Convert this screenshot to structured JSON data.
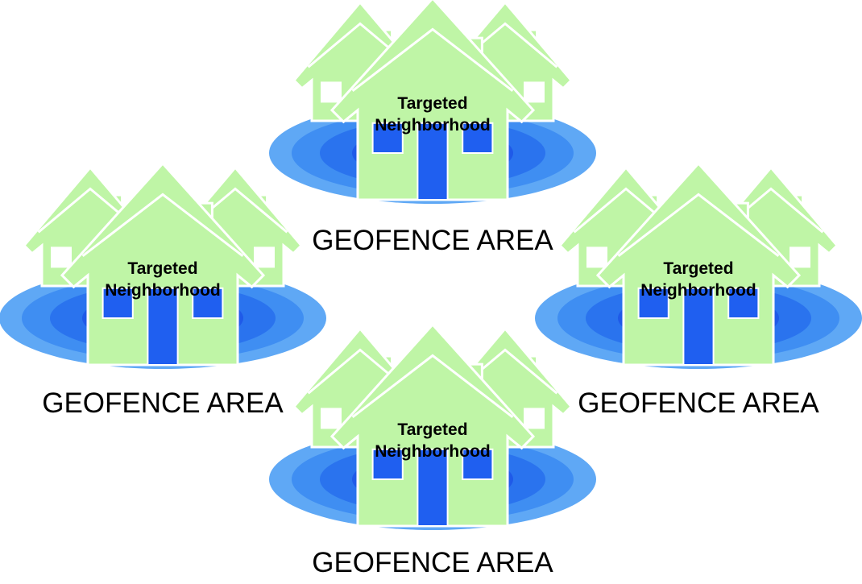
{
  "colors": {
    "house_fill": "#bff5a6",
    "house_outline": "#ffffff",
    "window_fill": "#1f5ff0",
    "pool_outer": "#5fa8f5",
    "pool_mid": "#3f8ef2",
    "pool_inner": "#2a73ee",
    "pool_core": "#1f5ae8",
    "text": "#000000"
  },
  "clusters": [
    {
      "house_label_line1": "Targeted",
      "house_label_line2": "Neighborhood",
      "area_label": "GEOFENCE AREA"
    },
    {
      "house_label_line1": "Targeted",
      "house_label_line2": "Neighborhood",
      "area_label": "GEOFENCE AREA"
    },
    {
      "house_label_line1": "Targeted",
      "house_label_line2": "Neighborhood",
      "area_label": "GEOFENCE AREA"
    },
    {
      "house_label_line1": "Targeted",
      "house_label_line2": "Neighborhood",
      "area_label": "GEOFENCE AREA"
    }
  ]
}
